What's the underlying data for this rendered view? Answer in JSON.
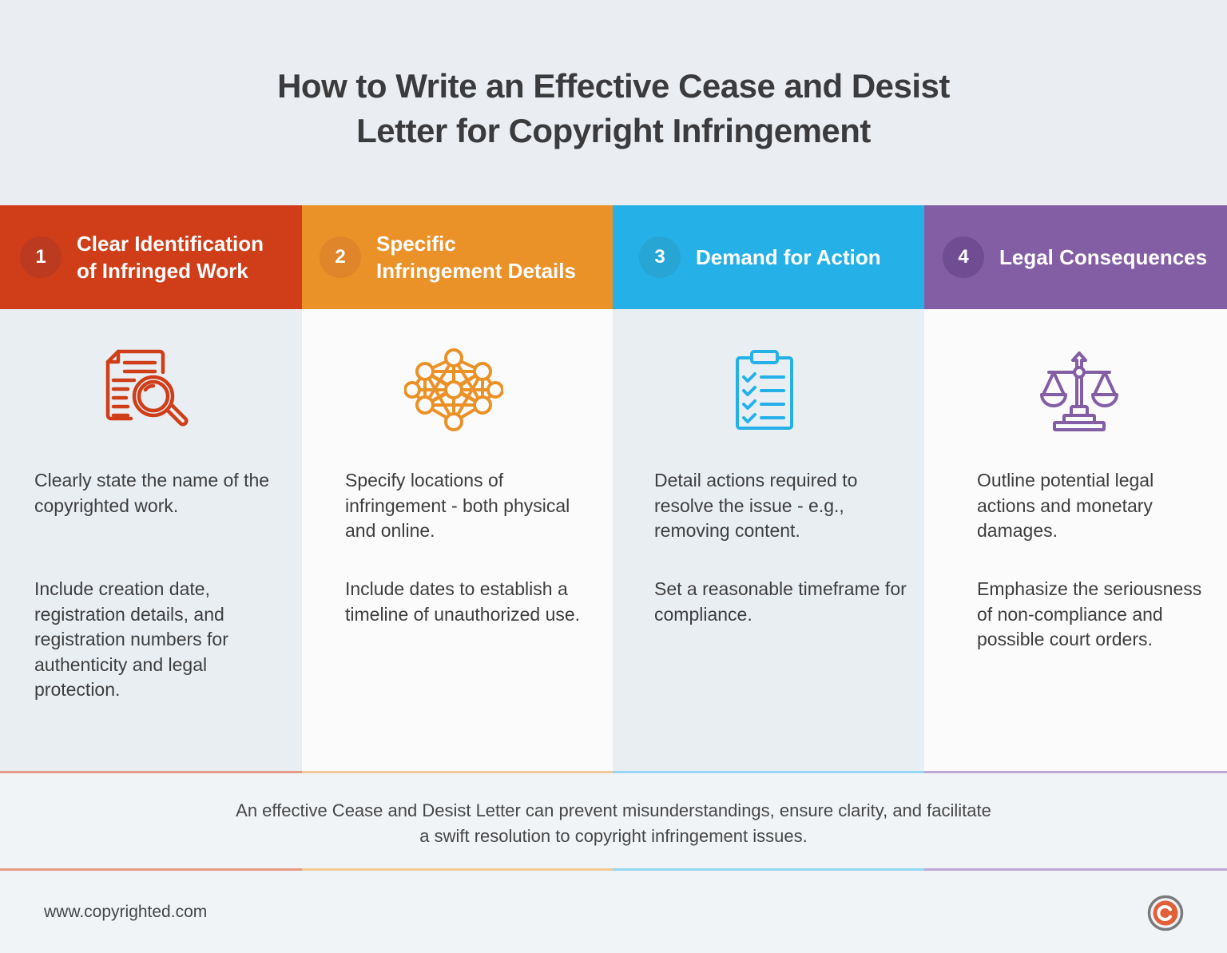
{
  "title": {
    "line1": "How to Write an Effective Cease and Desist",
    "line2": "Letter for Copyright Infringement"
  },
  "colors": {
    "step1": "#cf3e19",
    "step2": "#ea9127",
    "step3": "#25b1e7",
    "step4": "#845ea5"
  },
  "steps": [
    {
      "number": "1",
      "heading_line1": "Clear Identification",
      "heading_line2": "of Infringed Work",
      "icon": "document-search-icon",
      "paragraphs": [
        "Clearly state the name of the copyrighted work.",
        "Include creation date, registration details, and registration numbers for authenticity and legal protection."
      ]
    },
    {
      "number": "2",
      "heading_line1": "Specific",
      "heading_line2": "Infringement Details",
      "icon": "network-nodes-icon",
      "paragraphs": [
        "Specify locations of infringement - both physical and online.",
        "Include dates to establish a timeline of unauthorized use."
      ]
    },
    {
      "number": "3",
      "heading_line1": "Demand for Action",
      "heading_line2": "",
      "icon": "clipboard-checklist-icon",
      "paragraphs": [
        "Detail actions required to resolve the issue - e.g., removing content.",
        "Set a reasonable timeframe for compliance."
      ]
    },
    {
      "number": "4",
      "heading_line1": "Legal Consequences",
      "heading_line2": "",
      "icon": "scales-of-justice-icon",
      "paragraphs": [
        "Outline potential legal actions and monetary damages.",
        "Emphasize the seriousness of non-compliance and possible court orders."
      ]
    }
  ],
  "summary": {
    "line1": "An effective Cease and Desist Letter can prevent misunderstandings, ensure clarity, and facilitate",
    "line2": "a swift resolution to copyright infringement issues."
  },
  "footer": {
    "website": "www.copyrighted.com",
    "logo_icon": "copyright-logo-icon"
  }
}
